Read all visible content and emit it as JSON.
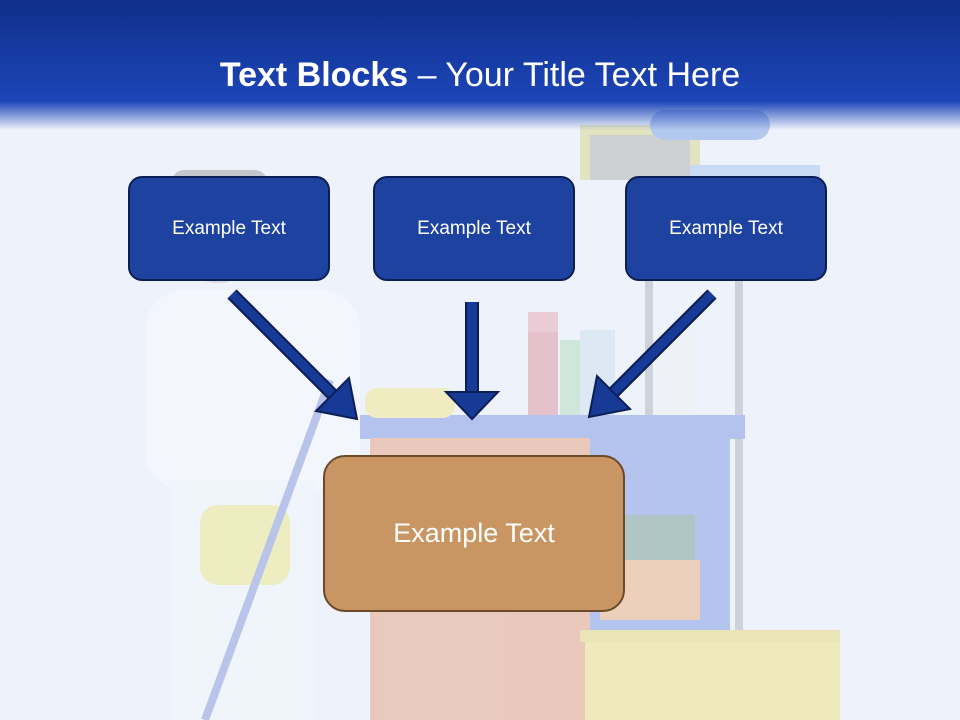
{
  "slide": {
    "title_bold": "Text Blocks",
    "title_rest": " – Your Title Text Here"
  },
  "blocks": {
    "left": "Example Text",
    "center": "Example Text",
    "right": "Example Text",
    "main": "Example Text"
  },
  "colors": {
    "header_dark": "#0f2f8a",
    "header_light": "#1d45b8",
    "block_fill": "#1d42a0",
    "block_border": "#0c1f55",
    "main_fill": "#c99663",
    "main_border": "#6a4a28",
    "arrow": "#173a96"
  }
}
